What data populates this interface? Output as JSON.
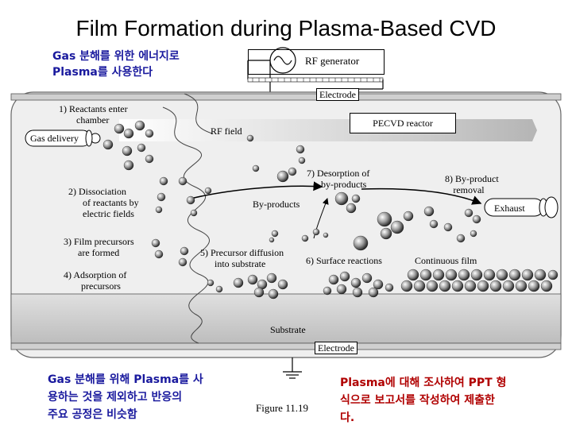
{
  "title": "Film Formation during Plasma-Based CVD",
  "note_top_ko": [
    "Gas 분해를 위한 에너지로",
    "Plasma를 사용한다"
  ],
  "rf_generator": "RF generator",
  "electrode_top": "Electrode",
  "electrode_bottom": "Electrode",
  "reactants_enter": [
    "1)  Reactants enter",
    "chamber"
  ],
  "gas_delivery": "Gas delivery",
  "rf_field": "RF field",
  "pecvd_reactor": "PECVD reactor",
  "dissociation": [
    "2)  Dissociation",
    "of reactants by",
    "electric fields"
  ],
  "film_precursors": [
    "3)  Film precursors",
    "are formed"
  ],
  "adsorption": [
    "4)  Adsorption of",
    "precursors"
  ],
  "precursor_diffusion": [
    "5)  Precursor diffusion",
    "into substrate"
  ],
  "surface_reactions": "6)  Surface reactions",
  "desorption": [
    "7)  Desorption of",
    "by-products"
  ],
  "byproducts_label": "By-products",
  "byproduct_removal": [
    "8)  By-product",
    "removal"
  ],
  "exhaust": "Exhaust",
  "continuous_film": "Continuous film",
  "substrate": "Substrate",
  "figure_caption": "Figure 11.19",
  "note_bottom_left_ko": [
    "Gas 분해를 위해 Plasma를 사",
    "용하는 것을 제외하고 반응의",
    "주요 공정은 비슷함"
  ],
  "note_bottom_right_ko": [
    "Plasma에 대해 조사하여 PPT 형",
    "식으로 보고서를 작성하여 제출한",
    "다."
  ],
  "colors": {
    "korean_blue": "#1a1a9e",
    "korean_red": "#b00000",
    "chamber_fill": "#efefef",
    "plasma_band": "#c8c8c8",
    "substrate_fill": "#d0d0d0"
  }
}
